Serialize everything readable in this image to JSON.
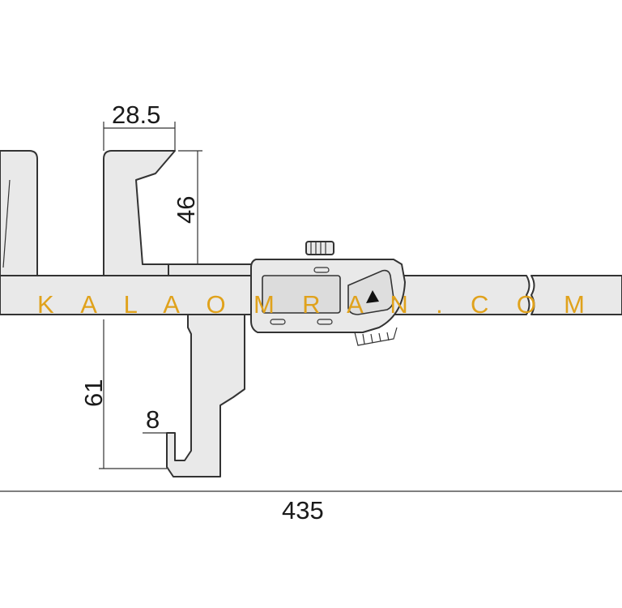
{
  "diagram": {
    "dimensions": {
      "jaw_width": "28.5",
      "jaw_depth_upper": "46",
      "jaw_depth_lower": "61",
      "tip_width": "8",
      "overall_length": "435"
    },
    "watermark": "K A L A O M R A N . C O M",
    "colors": {
      "body_fill": "#e9e9e9",
      "outline": "#333333",
      "watermark": "#e0a21c"
    }
  }
}
